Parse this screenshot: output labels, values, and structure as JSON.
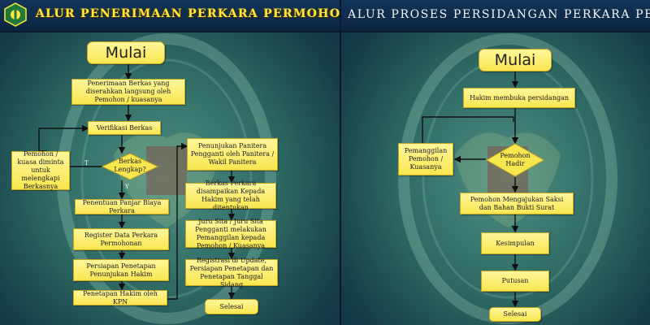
{
  "left": {
    "title": "ALUR PENERIMAAN PERKARA PERMOHONAN",
    "start": "Mulai",
    "step1": "Penerimaan Berkas yang diserahkan langsung oleh Pemohon / kuasanya",
    "step2": "Verifikasi Berkas",
    "decision": "Berkas Lengkap?",
    "no_label": "T",
    "yes_label": "Y",
    "side_box": "Pemohon / kuasa diminta untuk melengkapi Berkasnya",
    "step3": "Penentuan Panjar Biaya Perkara",
    "step4": "Register Data Perkara Permohonan",
    "step5": "Persiapan Penetapan Penunjukan Hakim",
    "step6": "Penetapan Hakim oleh KPN",
    "step7": "Penunjukan Panitera Pengganti oleh Panitera / Wakil Panitera",
    "step8": "Berkas Perkara disampaikan Kepada Hakim yang telah ditentukan",
    "step9": "Juru Sita / Juru Sita Pengganti melakukan Pemanggilan kepada Pemohon / Kuasanya",
    "step10": "Registrasi di Update, Persiapan Penetapan dan Penetapan Tanggal Sidang",
    "end": "Selesai"
  },
  "right": {
    "title": "ALUR PROSES PERSIDANGAN PERKARA PERMOHONAN",
    "start": "Mulai",
    "step1": "Hakim membuka persidangan",
    "decision": "Pemohon Hadir",
    "side_box": "Pemanggilan Pemohon / Kuasanya",
    "step2": "Pemohon Mengajukan Saksi dan Bahan Bukti Surat",
    "step3": "Kesimpulan",
    "step4": "Putusan",
    "end": "Selesai"
  },
  "colors": {
    "box_fill": "#f8e64f",
    "title_accent": "#ffe640",
    "background": "#2e6a63",
    "header": "#0b2540"
  },
  "icons": {
    "logo": "court-emblem-icon"
  }
}
